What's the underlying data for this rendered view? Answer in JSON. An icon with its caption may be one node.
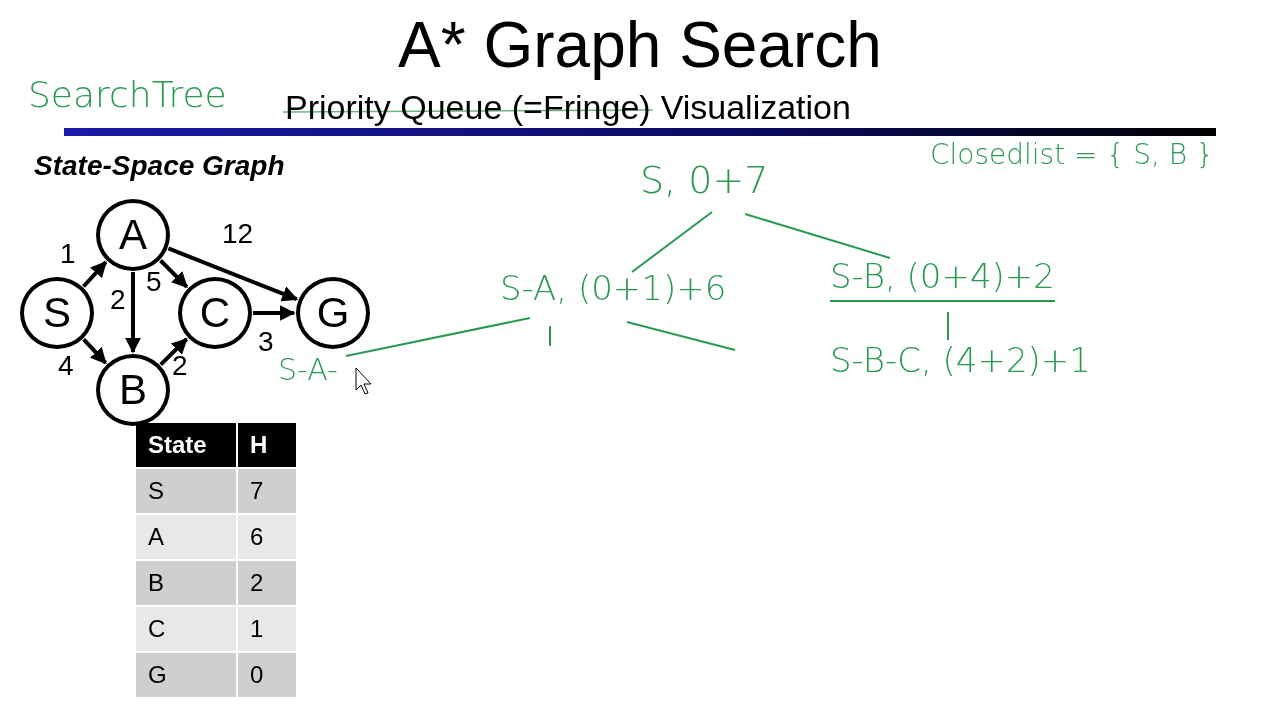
{
  "diagram": {
    "title": "A* Graph Search",
    "nodes": [
      {
        "text": [
          "S"
        ]
      },
      {
        "text": [
          "A"
        ]
      },
      {
        "text": [
          "B"
        ]
      },
      {
        "text": [
          "C"
        ]
      },
      {
        "text": [
          "G"
        ]
      },
      {
        "text": [
          "S, 0+7"
        ]
      },
      {
        "text": [
          "S-A, (0+1)+6"
        ]
      },
      {
        "text": [
          "S-B, (0+4)+2"
        ]
      },
      {
        "text": [
          "S-B-C, (4+2)+1"
        ]
      },
      {
        "text": [
          "S-A-"
        ]
      }
    ],
    "edges": [
      {
        "from": 0,
        "to": 1,
        "arrow": "to",
        "label": "1"
      },
      {
        "from": 0,
        "to": 2,
        "arrow": "to",
        "label": "4"
      },
      {
        "from": 1,
        "to": 2,
        "arrow": "to",
        "label": "2"
      },
      {
        "from": 1,
        "to": 3,
        "arrow": "to",
        "label": "5"
      },
      {
        "from": 1,
        "to": 4,
        "arrow": "to",
        "label": "12"
      },
      {
        "from": 2,
        "to": 3,
        "arrow": "to",
        "label": "2"
      },
      {
        "from": 3,
        "to": 4,
        "arrow": "to",
        "label": "3"
      },
      {
        "from": 5,
        "to": 6,
        "arrow": "none",
        "color": "#2a9a52"
      },
      {
        "from": 5,
        "to": 7,
        "arrow": "none",
        "color": "#2a9a52"
      },
      {
        "from": 7,
        "to": 8,
        "arrow": "none",
        "color": "#2a9a52"
      },
      {
        "from": 6,
        "to": 9,
        "arrow": "none",
        "color": "#2a9a52"
      },
      {
        "from": 6,
        "to": null,
        "arrow": "none",
        "color": "#2a9a52"
      },
      {
        "from": 6,
        "to": null,
        "arrow": "none",
        "color": "#2a9a52"
      }
    ],
    "labels": [
      "SearchTree",
      "Priority Queue (=Fringe)",
      "Visualization",
      "State-Space Graph",
      "Closedlist = { S, B }",
      "State",
      "H",
      "S",
      "7",
      "A",
      "6",
      "B",
      "2",
      "C",
      "1",
      "G",
      "0"
    ]
  }
}
